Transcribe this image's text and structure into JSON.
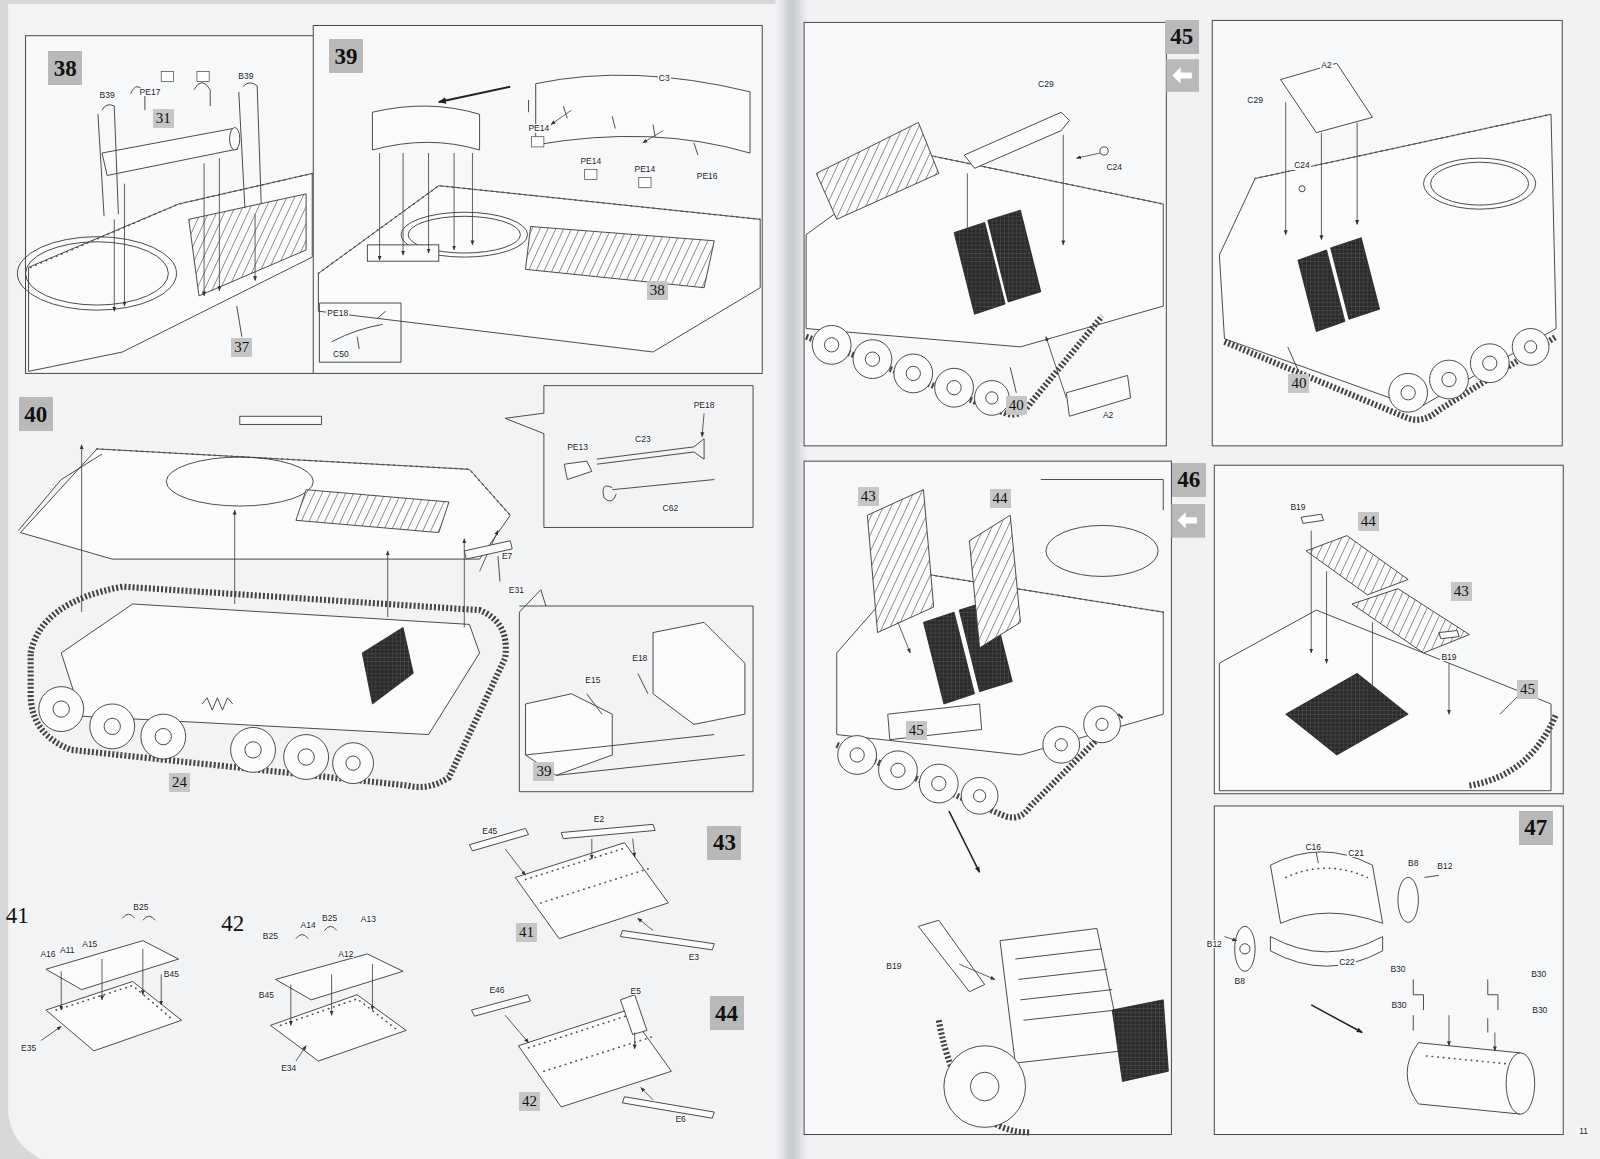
{
  "diagram": {
    "nodes": [
      {
        "text": [
          "38"
        ]
      },
      {
        "text": [
          "31"
        ]
      },
      {
        "text": [
          "37"
        ]
      },
      {
        "text": [
          "39"
        ]
      },
      {
        "text": [
          "38"
        ]
      },
      {
        "text": [
          "40"
        ]
      },
      {
        "text": [
          "24"
        ]
      },
      {
        "text": [
          "39"
        ]
      },
      {
        "text": [
          "43"
        ]
      },
      {
        "text": [
          "41"
        ]
      },
      {
        "text": [
          "44"
        ]
      },
      {
        "text": [
          "42"
        ]
      },
      {
        "text": [
          "45"
        ]
      },
      {
        "text": [
          "40"
        ]
      },
      {
        "text": [
          "40"
        ]
      },
      {
        "text": [
          "46"
        ]
      },
      {
        "text": [
          "43"
        ]
      },
      {
        "text": [
          "44"
        ]
      },
      {
        "text": [
          "45"
        ]
      },
      {
        "text": [
          "44"
        ]
      },
      {
        "text": [
          "43"
        ]
      },
      {
        "text": [
          "45"
        ]
      },
      {
        "text": [
          "47"
        ]
      }
    ],
    "labels": [
      "B39",
      "PE17",
      "B39",
      "C3",
      "PE14",
      "PE14",
      "PE14",
      "PE16",
      "PE18",
      "C50",
      "PE18",
      "C23",
      "PE13",
      "C62",
      "E7",
      "E31",
      "E18",
      "E15",
      "41",
      "B25",
      "A16",
      "A11",
      "A15",
      "B45",
      "E35",
      "42",
      "A14",
      "B25",
      "A13",
      "B25",
      "A12",
      "B45",
      "E34",
      "E45",
      "E2",
      "E3",
      "E46",
      "E5",
      "E6",
      "C29",
      "C24",
      "A2",
      "A2",
      "C29",
      "C24",
      "B19",
      "B19",
      "B19",
      "C16",
      "C21",
      "B8",
      "B12",
      "B12",
      "B8",
      "C22",
      "B30",
      "B30",
      "B30",
      "B30",
      "11"
    ]
  }
}
